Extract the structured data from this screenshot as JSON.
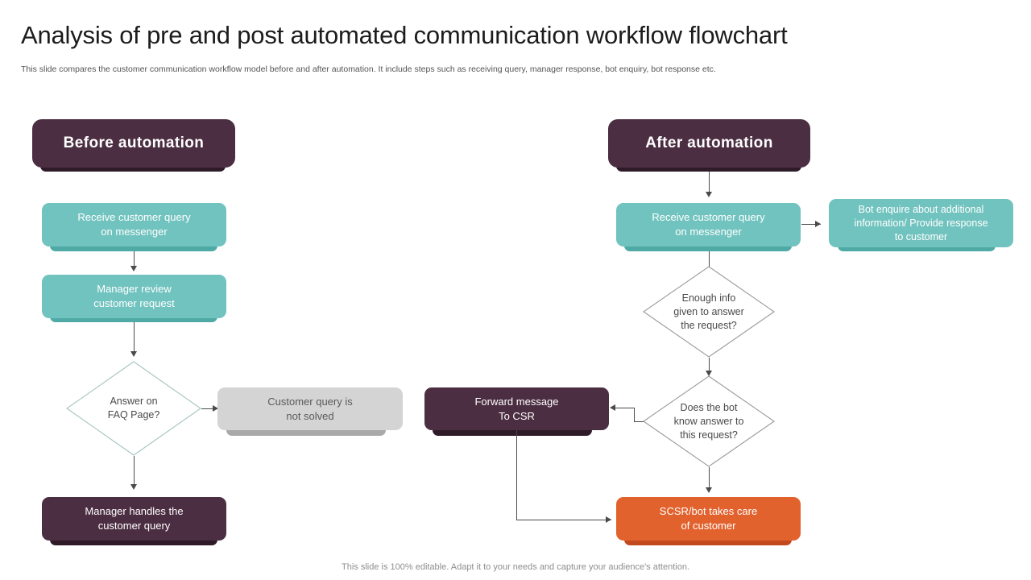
{
  "header": {
    "title": "Analysis of pre and post automated communication workflow flowchart",
    "subtitle": "This slide compares the customer communication workflow model before and after automation. It include steps such as receiving query, manager response, bot enquiry, bot response etc.",
    "footer": "This slide is 100% editable. Adapt it to your needs and capture your audience's attention."
  },
  "colors": {
    "purple": "#4c2e42",
    "purple_shadow": "#2f1b28",
    "teal": "#71c3bf",
    "teal_shadow": "#4fa9a4",
    "gray": "#d4d4d4",
    "gray_shadow": "#a9a9a9",
    "orange": "#e2622e",
    "orange_shadow": "#c24a1e",
    "diamond_border_teal": "#a9c8c4",
    "diamond_border_gray": "#9a9a9a",
    "connector": "#4a4a4a"
  },
  "before": {
    "banner": "Before automation",
    "receive_query": "Receive customer query\non messenger",
    "manager_review": "Manager  review\ncustomer request",
    "faq_decision": "Answer on\nFAQ Page?",
    "not_solved": "Customer query is\nnot solved",
    "manager_handles": "Manager  handles the\ncustomer query"
  },
  "after": {
    "banner": "After automation",
    "receive_query": "Receive customer query\non messenger",
    "bot_enquire": "Bot enquire about additional\ninformation/ Provide response\nto customer",
    "enough_info_decision": "Enough info\ngiven to answer\nthe request?",
    "bot_knows_decision": "Does the bot\nknow answer to\nthis request?",
    "forward_csr": "Forward message\nTo CSR",
    "scsr_handles": "SCSR/bot takes care\nof customer"
  }
}
